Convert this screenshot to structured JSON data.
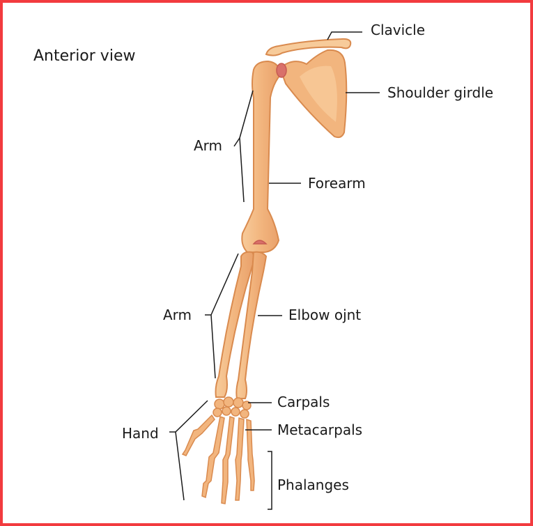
{
  "title": "Anterior view",
  "labels": {
    "clavicle": "Clavicle",
    "shoulder_girdle": "Shoulder girdle",
    "arm_upper": "Arm",
    "forearm": "Forearm",
    "arm_lower": "Arm",
    "elbow_joint": "Elbow ojnt",
    "carpals": "Carpals",
    "hand": "Hand",
    "metacarpals": "Metacarpals",
    "phalanges": "Phalanges"
  },
  "colors": {
    "border": "#f23b3f",
    "bone_fill": "#f2b57e",
    "bone_light": "#f7cb9a",
    "bone_outline": "#d98a4e",
    "cartilage": "#d9706a",
    "leader_line": "#1a1a1a"
  }
}
